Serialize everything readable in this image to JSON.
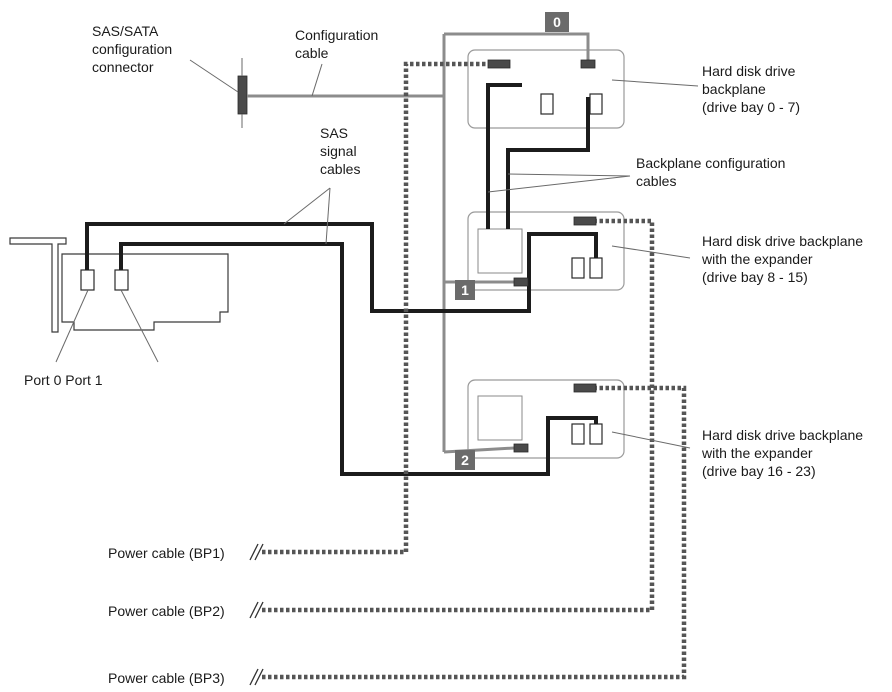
{
  "labels": {
    "sas_sata_connector": [
      "SAS/SATA",
      "configuration",
      "connector"
    ],
    "config_cable": [
      "Configuration",
      "cable"
    ],
    "sas_signal_cables": [
      "SAS",
      "signal",
      "cables"
    ],
    "backplane_config_cables": [
      "Backplane configuration",
      "cables"
    ],
    "backplane_0_7": [
      "Hard disk drive",
      "backplane",
      "(drive bay 0 - 7)"
    ],
    "backplane_8_15": [
      "Hard disk drive backplane",
      "with the expander",
      "(drive bay 8 - 15)"
    ],
    "backplane_16_23": [
      "Hard disk drive backplane",
      "with the expander",
      "(drive bay 16 - 23)"
    ],
    "ports": "Port 0 Port 1",
    "power_bp1": "Power cable (BP1)",
    "power_bp2": "Power cable (BP2)",
    "power_bp3": "Power cable (BP3)"
  },
  "badges": {
    "bp0": "0",
    "bp1": "1",
    "bp2": "2"
  },
  "colors": {
    "badge_fill": "#6b6b6b",
    "sas_cable": "#1c1c1c",
    "config_cable": "#8c8c8c",
    "power_cable": "#555555"
  }
}
